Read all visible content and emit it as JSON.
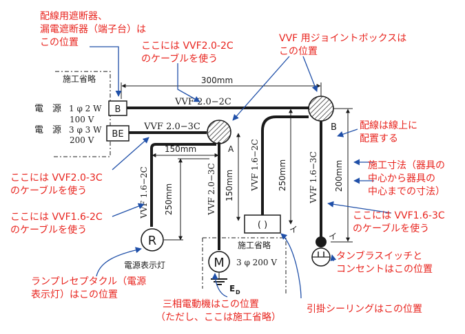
{
  "annotations": {
    "breaker_position": [
      "配線用遮断器、",
      "漏電遮断器（端子台）は",
      "この位置"
    ],
    "cable_2c_top": [
      "ここには VVF2.0-2C",
      "のケーブルを使う"
    ],
    "jbox_position": [
      "VVF 用ジョイントボックスは",
      "この位置"
    ],
    "wiring_on_line": [
      "配線は線上に",
      "配置する"
    ],
    "dimension_note": [
      "施工寸法（器具の",
      "中心から器具の",
      "中心までの寸法）"
    ],
    "cable_2_3c": [
      "ここには VVF2.0-3C",
      "のケーブルを使う"
    ],
    "cable_1_6_2c": [
      "ここには VVF1.6-2C",
      "のケーブルを使う"
    ],
    "cable_1_6_3c": [
      "ここには VVF1.6-3C",
      "のケーブルを使う"
    ],
    "receptacle_position": [
      "ランプレセプタクル（電源",
      "表示灯）はこの位置"
    ],
    "motor_position": [
      "三相電動機はこの位置",
      "（ただし、ここは施工省略）"
    ],
    "ceiling_position": "引掛シーリングはこの位置",
    "switch_position": [
      "タンブラスイッチと",
      "コンセントはこの位置"
    ]
  },
  "diagram": {
    "omitted_top": "施工省略",
    "omitted_bottom": "施工省略",
    "power1": {
      "label": "電　源",
      "phase": "1 φ 2 W",
      "voltage": "100 V"
    },
    "power3": {
      "label": "電　源",
      "phase": "3 φ 3 W",
      "voltage": "200 V"
    },
    "box_b": "B",
    "box_be": "BE",
    "cable_top": "VVF 2.0−2C",
    "cable_mid": "VVF 2.0−3C",
    "cable_left_v": "VVF 1.6−2C",
    "cable_motor_v": "VVF 2.0−3C",
    "cable_ceiling_v": "VVF 1.6−2C",
    "cable_right_v": "VVF 1.6−3C",
    "dim_300": "300mm",
    "dim_150": "150mm",
    "dim_250_left": "250mm",
    "dim_150_v": "150mm",
    "dim_250_right": "250mm",
    "dim_200": "200mm",
    "label_a": "A",
    "label_b": "B",
    "label_i1": "イ",
    "label_i2": "イ",
    "receptacle_symbol": "R",
    "receptacle_label": "電源表示灯",
    "motor_symbol": "M",
    "motor_spec": "3 φ 200 V",
    "ground": "E",
    "ground_sub": "D",
    "ceiling_symbol": "( )"
  }
}
